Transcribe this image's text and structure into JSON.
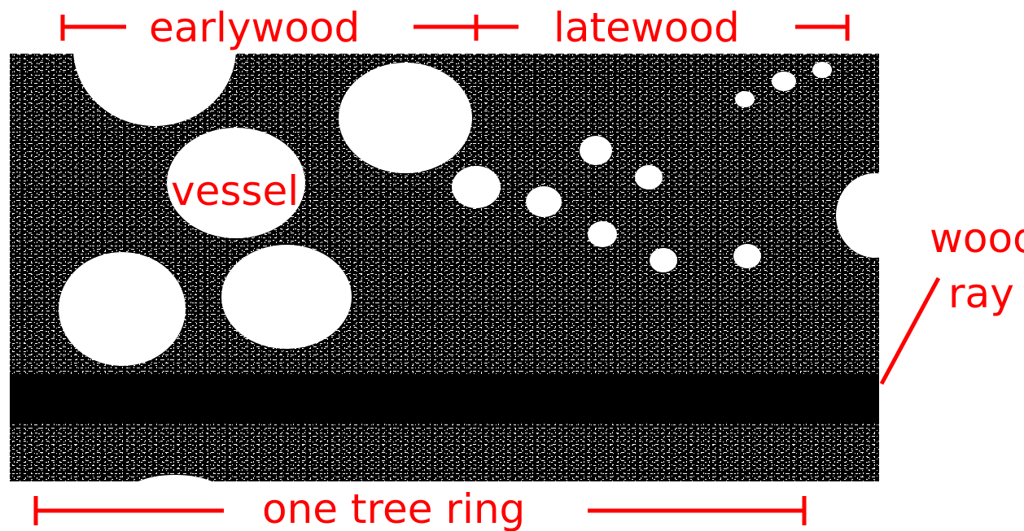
{
  "labels": {
    "earlywood": "earlywood",
    "latewood": "latewood",
    "vessel": "vessel",
    "wood": "wood",
    "ray": "ray",
    "one_tree_ring": "one tree ring"
  },
  "colors": {
    "annotation": "#ff0000",
    "wood_tissue": "#000000",
    "background": "#ffffff"
  }
}
